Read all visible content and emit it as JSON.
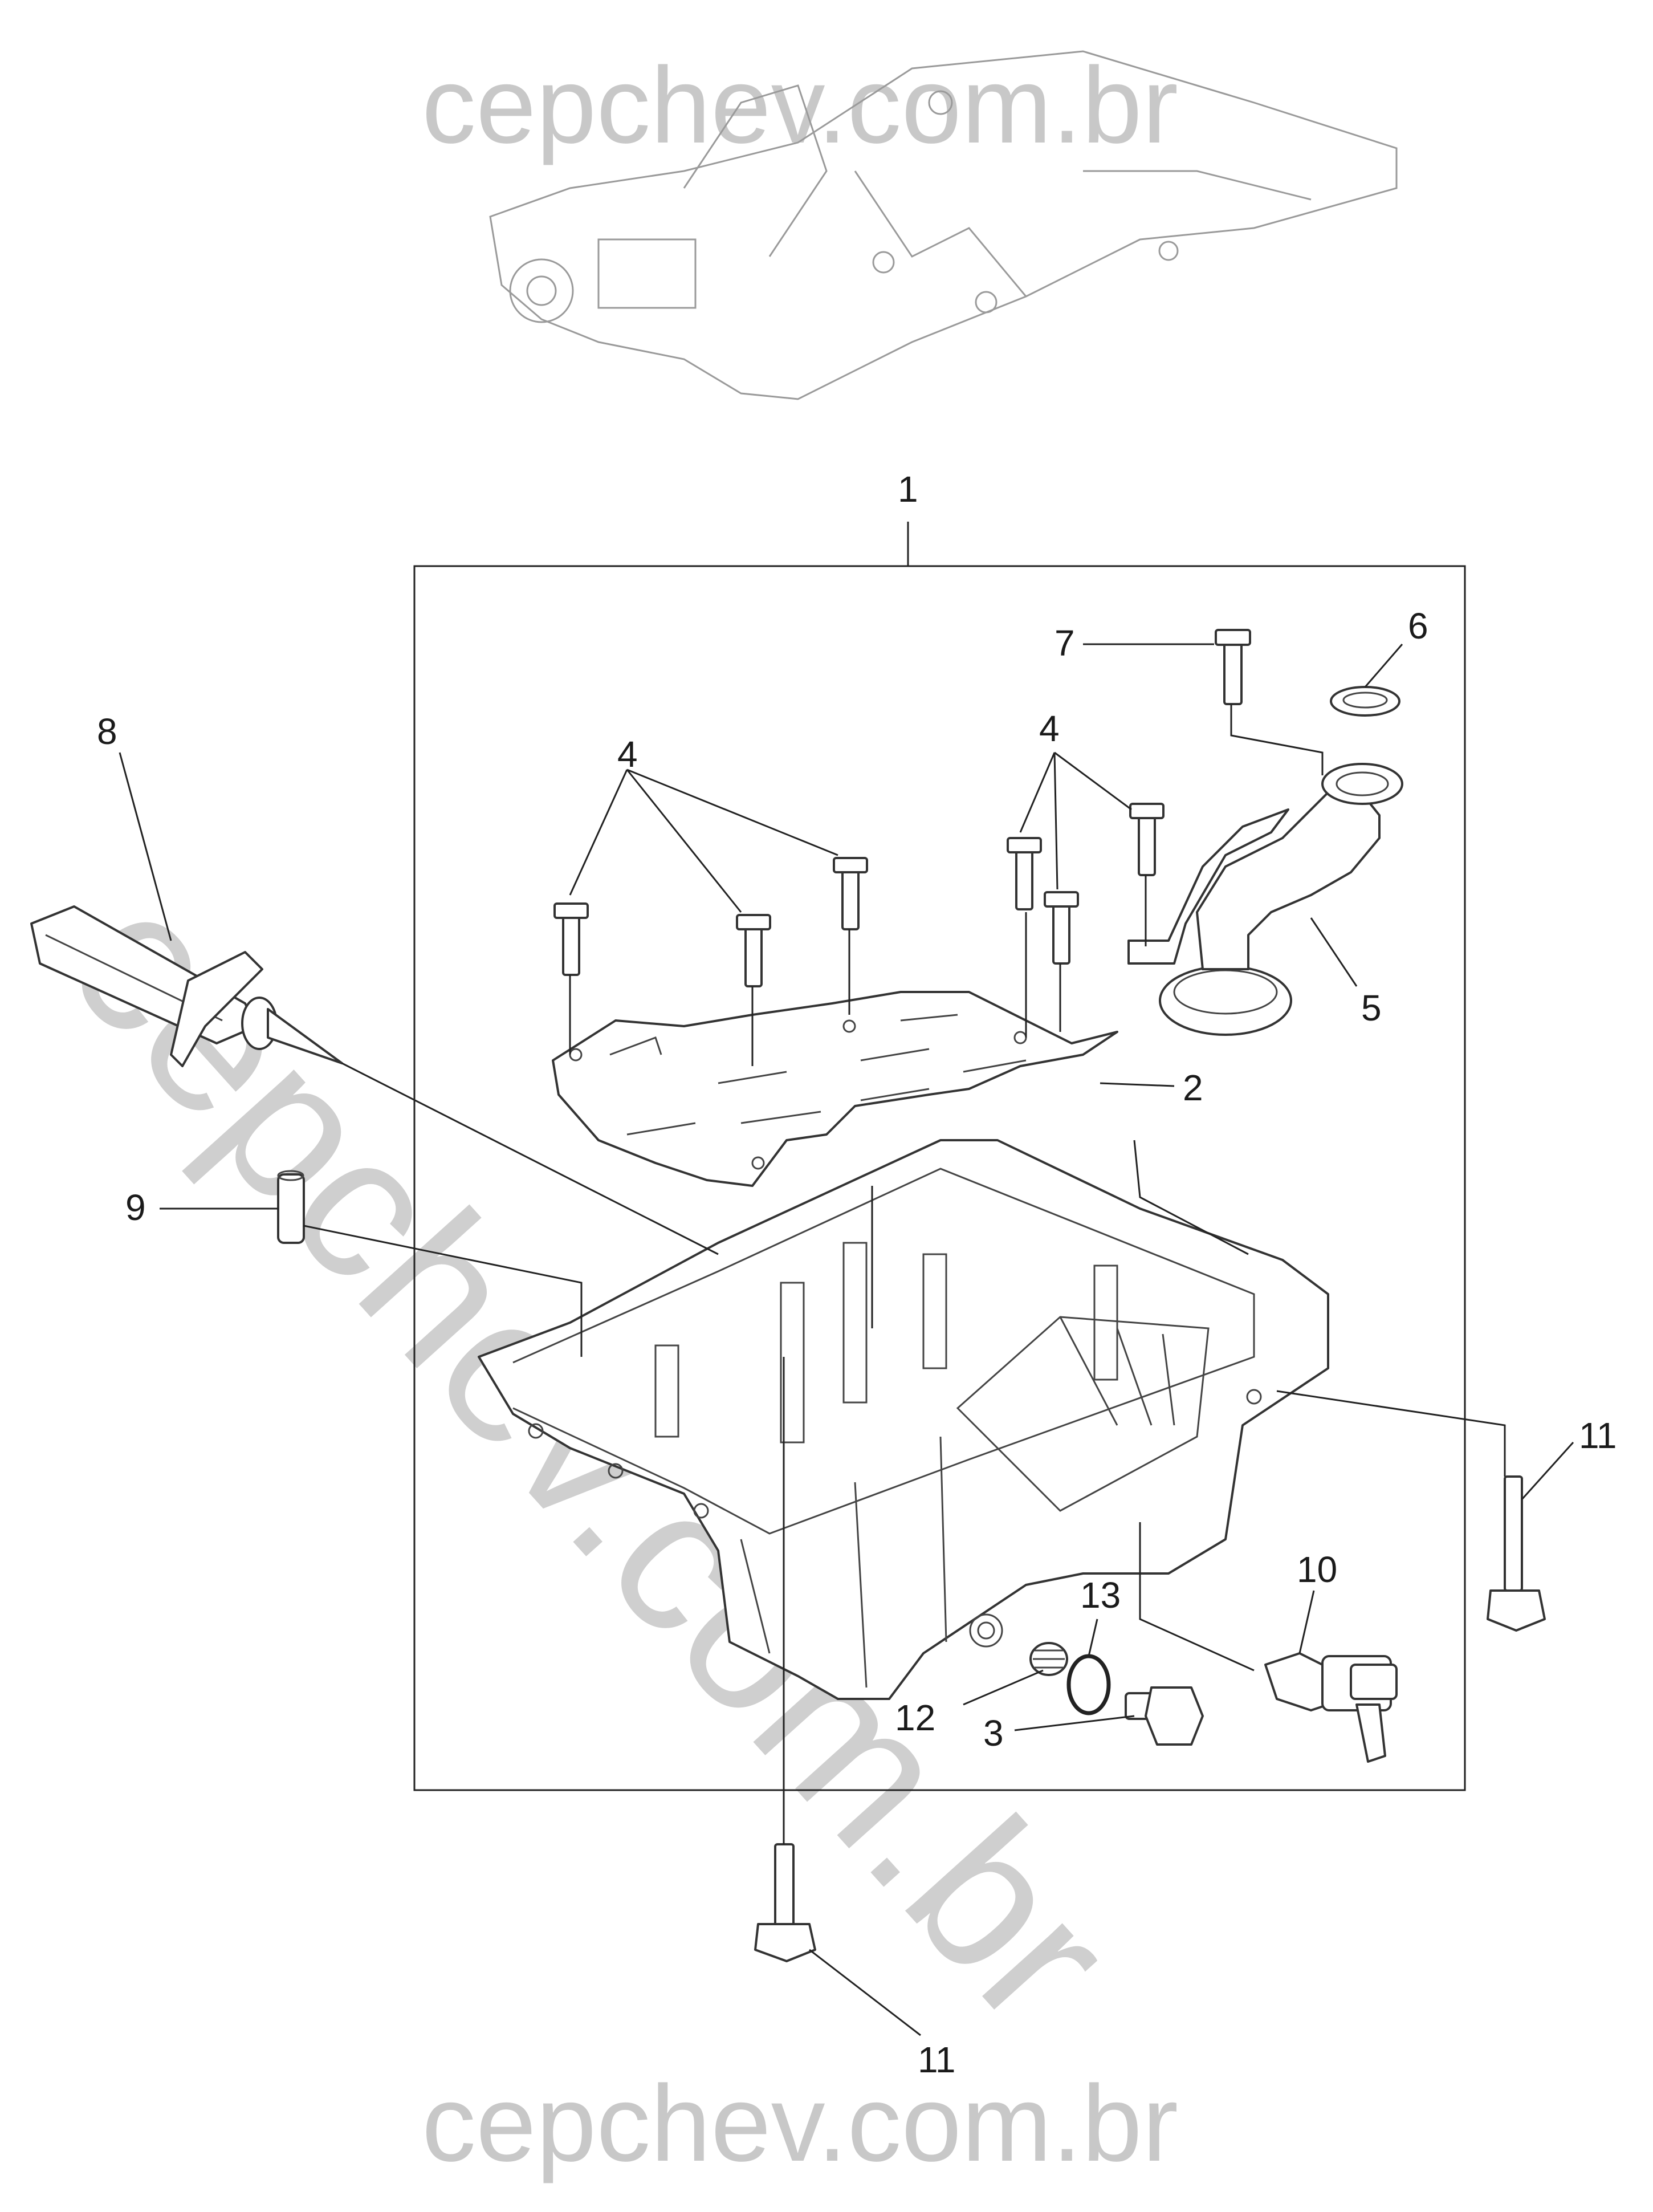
{
  "watermarks": {
    "top": "cepchev.com.br",
    "diagonal": "cepchev.com.br",
    "bottom": "cepchev.com.br"
  },
  "callouts": {
    "c1": "1",
    "c2": "2",
    "c3": "3",
    "c4a": "4",
    "c4b": "4",
    "c5": "5",
    "c6": "6",
    "c7": "7",
    "c8": "8",
    "c9": "9",
    "c10": "10",
    "c11a": "11",
    "c11b": "11",
    "c12": "12",
    "c13": "13"
  }
}
